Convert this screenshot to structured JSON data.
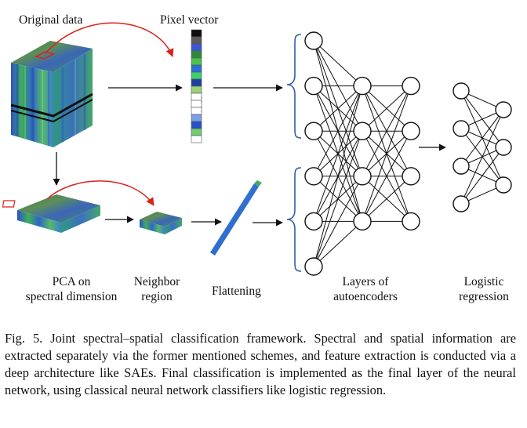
{
  "labels": {
    "original_data": "Original data",
    "pixel_vector": "Pixel vector",
    "pca_line1": "PCA on",
    "pca_line2": "spectral dimension",
    "neighbor_line1": "Neighbor",
    "neighbor_line2": "region",
    "flattening": "Flattening",
    "layers_line1": "Layers of",
    "layers_line2": "autoencoders",
    "logistic_line1": "Logistic",
    "logistic_line2": "regression"
  },
  "caption": {
    "text": "Fig. 5.  Joint spectral–spatial classification framework. Spectral and spatial information are extracted separately via the former mentioned schemes, and feature extraction is conducted via a deep architecture like SAEs. Final classification is implemented as the final layer of the neural network, using classical neural network classifiers like logistic regression."
  },
  "colors": {
    "arrow_red": "#d8231f",
    "brace_blue": "#2f5fa8",
    "hsi_blue": "#2f52c8",
    "hsi_green": "#3d9a4e",
    "hsi_teal": "#48a6b4"
  },
  "pixel_vector_cells": [
    "#0d0d0d",
    "#5a5a5a",
    "#3b55d6",
    "#2e8a3a",
    "#4cc24c",
    "#2a6fd6",
    "#3ccf6e",
    "#1e3fa0",
    "#9ad27a",
    "#ffffff",
    "#ffffff",
    "#ffffff",
    "#7aa0e6",
    "#2850c8",
    "#6fcc6f",
    "#ffffff"
  ],
  "network": {
    "autoencoder_layers": [
      6,
      4,
      4
    ],
    "logistic_layers": [
      4,
      3
    ]
  }
}
